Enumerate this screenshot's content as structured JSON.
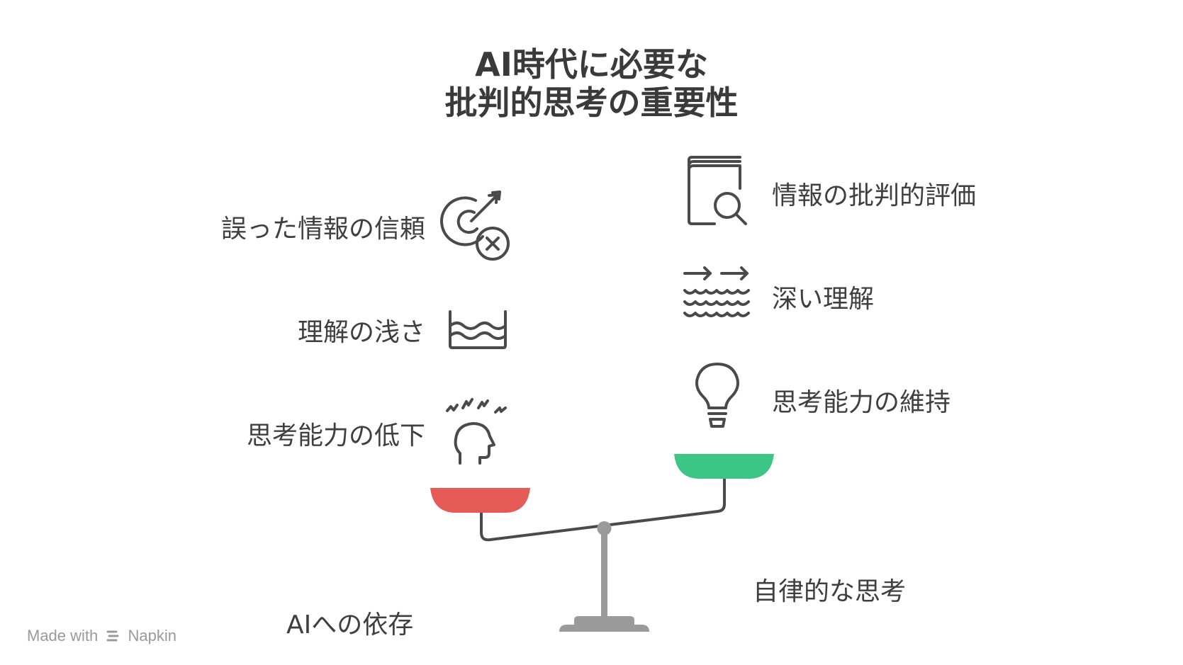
{
  "title": {
    "line1": "AI時代に必要な",
    "line2": "批判的思考の重要性"
  },
  "left_side": {
    "items": [
      {
        "label": "誤った情報の信頼",
        "icon": "target-miss-icon"
      },
      {
        "label": "理解の浅さ",
        "icon": "shallow-water-icon"
      },
      {
        "label": "思考能力の低下",
        "icon": "head-confusion-icon"
      }
    ],
    "base_label": "AIへの依存",
    "pan_color": "#e55a55"
  },
  "right_side": {
    "items": [
      {
        "label": "情報の批判的評価",
        "icon": "book-search-icon"
      },
      {
        "label": "深い理解",
        "icon": "deep-waves-icon"
      },
      {
        "label": "思考能力の維持",
        "icon": "lightbulb-icon"
      }
    ],
    "base_label": "自律的な思考",
    "pan_color": "#3cc584"
  },
  "watermark": {
    "prefix": "Made with",
    "brand": "Napkin",
    "icon": "napkin-logo-icon"
  },
  "colors": {
    "text": "#3f3f3f",
    "scale": "#9a9a9a",
    "line": "#4a4a4a"
  }
}
